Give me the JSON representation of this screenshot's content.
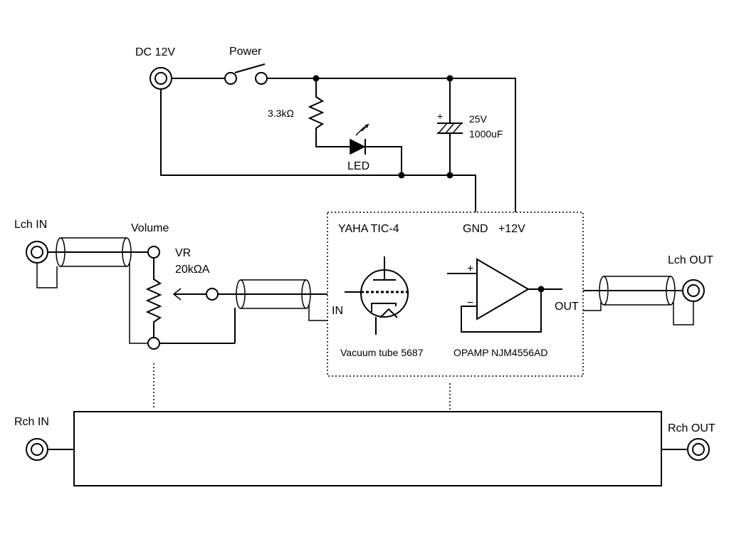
{
  "labels": {
    "dc": "DC 12V",
    "power": "Power",
    "resistor": "3.3kΩ",
    "led": "LED",
    "cap_voltage": "25V",
    "cap_value": "1000uF",
    "lch_in": "Lch IN",
    "volume": "Volume",
    "vr": "VR",
    "vr_value": "20kΩA",
    "module": "YAHA TIC-4",
    "gnd": "GND",
    "plus12": "+12V",
    "in": "IN",
    "out": "OUT",
    "tube": "Vacuum tube 5687",
    "opamp": "OPAMP NJM4556AD",
    "lch_out": "Lch OUT",
    "rch_in": "Rch IN",
    "rch_out": "Rch OUT"
  }
}
